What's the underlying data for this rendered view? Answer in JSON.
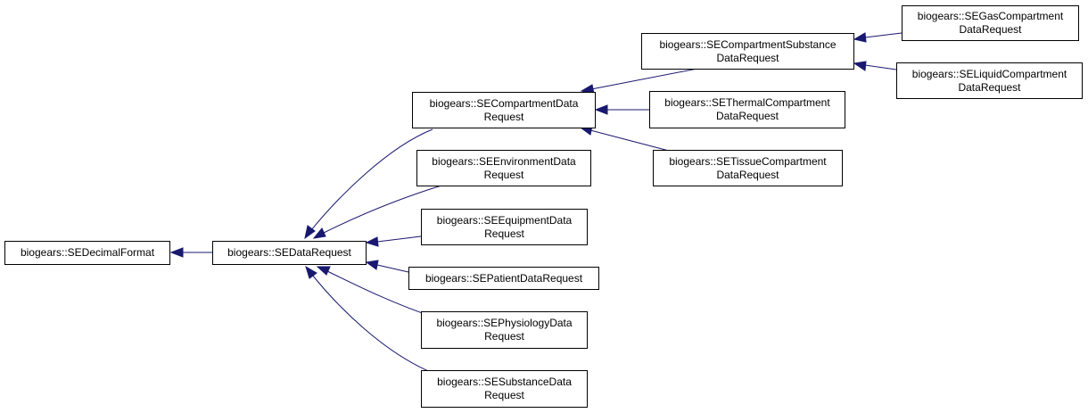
{
  "colors": {
    "edge": "#191970",
    "node_border": "#000000",
    "background": "#ffffff"
  },
  "nodes": {
    "decimal_format": [
      "biogears::SEDecimalFormat"
    ],
    "data_request": [
      "biogears::SEDataRequest"
    ],
    "compartment_data_request": [
      "biogears::SECompartmentData",
      "Request"
    ],
    "environment_data_request": [
      "biogears::SEEnvironmentData",
      "Request"
    ],
    "equipment_data_request": [
      "biogears::SEEquipmentData",
      "Request"
    ],
    "patient_data_request": [
      "biogears::SEPatientDataRequest"
    ],
    "physiology_data_request": [
      "biogears::SEPhysiologyData",
      "Request"
    ],
    "substance_data_request": [
      "biogears::SESubstanceData",
      "Request"
    ],
    "compartment_substance_data_request": [
      "biogears::SECompartmentSubstance",
      "DataRequest"
    ],
    "thermal_compartment_data_request": [
      "biogears::SEThermalCompartment",
      "DataRequest"
    ],
    "tissue_compartment_data_request": [
      "biogears::SETissueCompartment",
      "DataRequest"
    ],
    "gas_compartment_data_request": [
      "biogears::SEGasCompartment",
      "DataRequest"
    ],
    "liquid_compartment_data_request": [
      "biogears::SELiquidCompartment",
      "DataRequest"
    ]
  }
}
